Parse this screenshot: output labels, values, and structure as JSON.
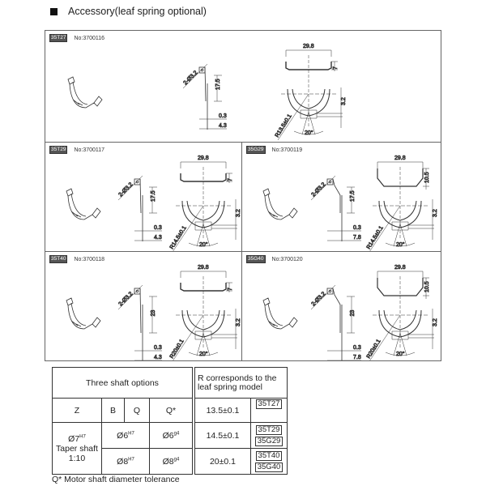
{
  "heading": "Accessory(leaf spring optional)",
  "panels": [
    {
      "tag": "35T27",
      "no": "No:3700116",
      "width": "29.8",
      "height_dim": "7",
      "offset": "3.2",
      "radius": "R13.5±0.1",
      "angle": "20°",
      "hole": "2-Ø3.2",
      "length": "17.5",
      "thk": "0.3",
      "foot": "4.3"
    },
    {
      "tag": "35T29",
      "no": "No:3700117",
      "width": "29.8",
      "height_dim": "7",
      "offset": "3.2",
      "radius": "R14.5±0.1",
      "angle": "20°",
      "hole": "2-Ø3.2",
      "length": "17.5",
      "thk": "0.3",
      "foot": "4.3"
    },
    {
      "tag": "35G29",
      "no": "No:3700119",
      "width": "29.8",
      "height_dim": "10.5",
      "offset": "3.2",
      "radius": "R14.5±0.1",
      "angle": "20°",
      "hole": "2-Ø3.2",
      "length": "17.5",
      "thk": "0.3",
      "foot": "7.8"
    },
    {
      "tag": "35T40",
      "no": "No:3700118",
      "width": "29.8",
      "height_dim": "7",
      "offset": "3.2",
      "radius": "R20±0.1",
      "angle": "20°",
      "hole": "2-Ø3.2",
      "length": "23",
      "thk": "0.3",
      "foot": "4.3"
    },
    {
      "tag": "35G40",
      "no": "No:3700120",
      "width": "29.8",
      "height_dim": "10.5",
      "offset": "3.2",
      "radius": "R20±0.1",
      "angle": "20°",
      "hole": "2-Ø3.2",
      "length": "23",
      "thk": "0.3",
      "foot": "7.8"
    }
  ],
  "shaft_table": {
    "title": "Three shaft options",
    "headers": [
      "Z",
      "B",
      "Q",
      "Q*"
    ],
    "z_value": "Ø7",
    "z_sup": "H7",
    "z_line2": "Taper shaft",
    "z_line3": "1:10",
    "row1_bq": "Ø6",
    "row1_bq_sup": "H7",
    "row1_q": "Ø6",
    "row1_q_sup": "g4",
    "row2_bq": "Ø8",
    "row2_bq_sup": "H7",
    "row2_q": "Ø8",
    "row2_q_sup": "g4"
  },
  "r_table": {
    "title": "R corresponds to the leaf spring model",
    "rows": [
      {
        "r": "13.5±0.1",
        "models": [
          "35T27"
        ]
      },
      {
        "r": "14.5±0.1",
        "models": [
          "35T29",
          "35G29"
        ]
      },
      {
        "r": "20±0.1",
        "models": [
          "35T40",
          "35G40"
        ]
      }
    ]
  },
  "caption": "Q*  Motor shaft diameter tolerance"
}
